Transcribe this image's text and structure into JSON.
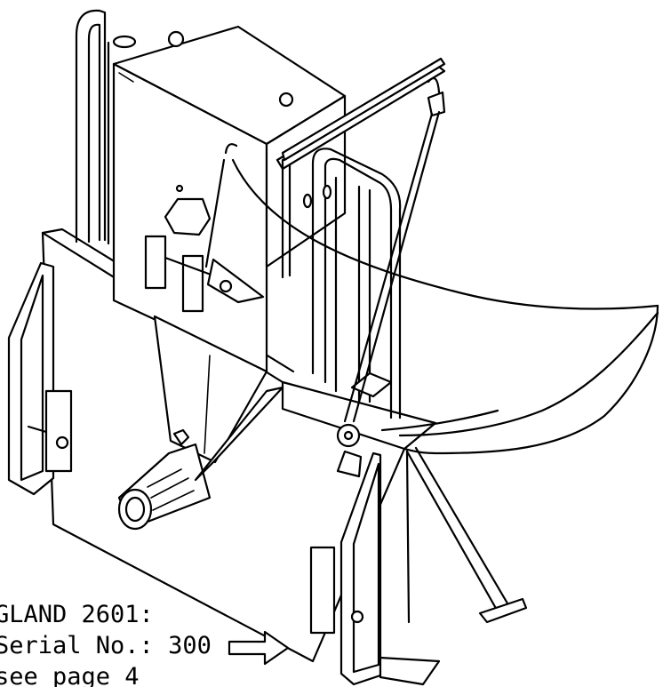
{
  "caption": {
    "line1": "GLAND 2601:",
    "line2": "Serial No.: 300",
    "line3": "see page 4"
  },
  "icons": {
    "pointer": "arrow-right-icon"
  },
  "colors": {
    "line": "#000000",
    "background": "#ffffff"
  }
}
